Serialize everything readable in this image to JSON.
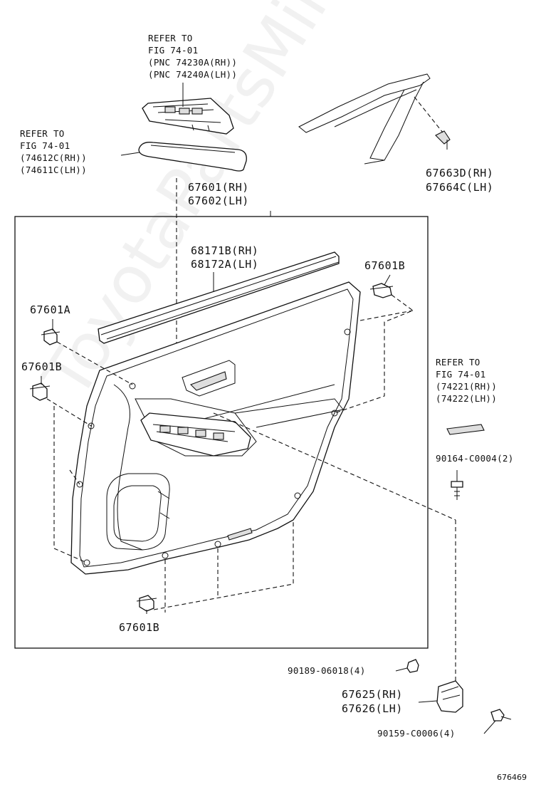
{
  "watermark": "ToyotaPartsMiner.ru",
  "figure_code": "676469",
  "callouts": {
    "refer_switch": {
      "line1": "REFER TO",
      "line2": "FIG 74-01",
      "line3": "(PNC 74230A(RH))",
      "line4": "(PNC 74240A(LH))"
    },
    "refer_armrest": {
      "line1": "REFER TO",
      "line2": "FIG 74-01",
      "line3": "(74612C(RH))",
      "line4": "(74611C(LH))"
    },
    "refer_bezel": {
      "line1": "REFER TO",
      "line2": "FIG 74-01",
      "line3": "(74221(RH))",
      "line4": "(74222(LH))"
    },
    "trim_panel": {
      "rh": "67601(RH)",
      "lh": "67602(LH)"
    },
    "weatherstrip": {
      "rh": "68171B(RH)",
      "lh": "68172A(LH)"
    },
    "cover": {
      "rh": "67663D(RH)",
      "lh": "67664C(LH)"
    },
    "bracket": {
      "rh": "67625(RH)",
      "lh": "67626(LH)"
    },
    "clip_a": "67601A",
    "clip_b_top_right": "67601B",
    "clip_b_left": "67601B",
    "clip_b_bottom": "67601B",
    "screw_1": "90164-C0004(2)",
    "nut": "90189-06018(4)",
    "screw_2": "90159-C0006(4)"
  }
}
